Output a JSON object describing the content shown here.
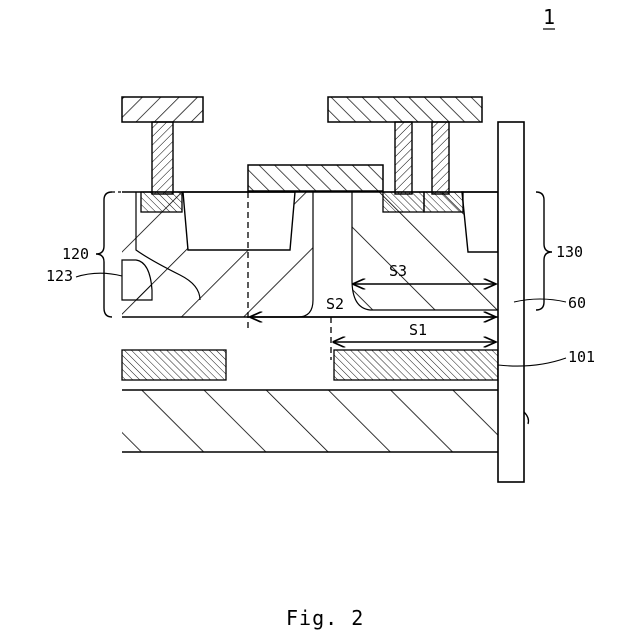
{
  "figure_number_label": "1",
  "caption": "Fig. 2",
  "reference_labels": {
    "r120": "120",
    "r123": "123",
    "r130": "130",
    "r60": "60",
    "r101": "101"
  },
  "dimension_labels": {
    "s1": "S1",
    "s2": "S2",
    "s3": "S3"
  }
}
